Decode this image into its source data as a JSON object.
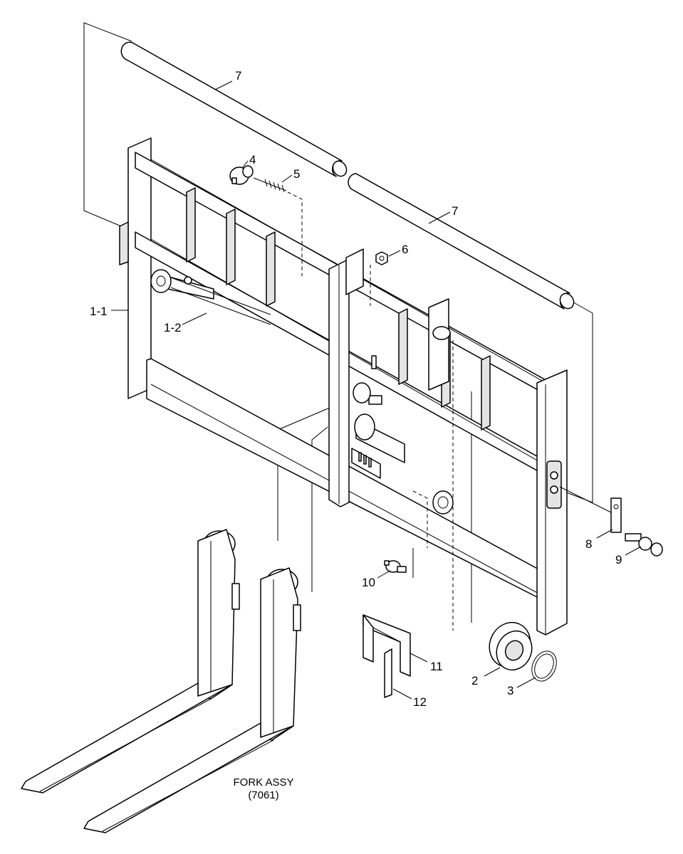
{
  "callouts": [
    {
      "id": "1-1",
      "label": "1-1"
    },
    {
      "id": "1-2",
      "label": "1-2"
    },
    {
      "id": "2",
      "label": "2"
    },
    {
      "id": "3",
      "label": "3"
    },
    {
      "id": "4",
      "label": "4"
    },
    {
      "id": "5",
      "label": "5"
    },
    {
      "id": "6",
      "label": "6"
    },
    {
      "id": "7a",
      "label": "7"
    },
    {
      "id": "7b",
      "label": "7"
    },
    {
      "id": "8",
      "label": "8"
    },
    {
      "id": "9",
      "label": "9"
    },
    {
      "id": "10",
      "label": "10"
    },
    {
      "id": "11",
      "label": "11"
    },
    {
      "id": "12",
      "label": "12"
    }
  ],
  "caption": {
    "line1": "FORK ASSY",
    "line2": "(7061)"
  }
}
